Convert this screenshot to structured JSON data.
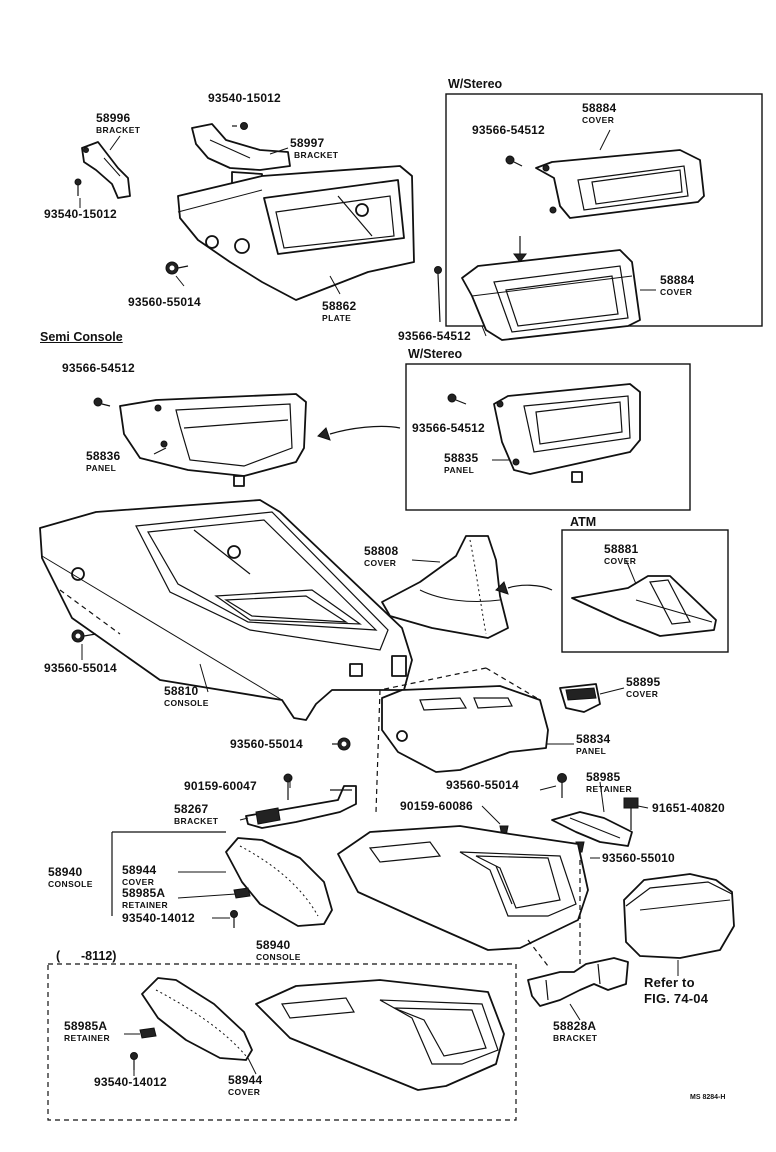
{
  "sections": {
    "w_stereo_top": "W/Stereo",
    "semi_console": "Semi Console",
    "w_stereo_mid": "W/Stereo",
    "atm": "ATM",
    "date_range": "(      -8112)"
  },
  "parts": {
    "p58996": {
      "num": "58996",
      "name": "BRACKET"
    },
    "p58997": {
      "num": "58997",
      "name": "BRACKET"
    },
    "p58862": {
      "num": "58862",
      "name": "PLATE"
    },
    "p58884a": {
      "num": "58884",
      "name": "COVER"
    },
    "p58884b": {
      "num": "58884",
      "name": "COVER"
    },
    "p58836": {
      "num": "58836",
      "name": "PANEL"
    },
    "p58835": {
      "num": "58835",
      "name": "PANEL"
    },
    "p58808": {
      "num": "58808",
      "name": "COVER"
    },
    "p58881": {
      "num": "58881",
      "name": "COVER"
    },
    "p58810": {
      "num": "58810",
      "name": "CONSOLE"
    },
    "p58895": {
      "num": "58895",
      "name": "COVER"
    },
    "p58834": {
      "num": "58834",
      "name": "PANEL"
    },
    "p58267": {
      "num": "58267",
      "name": "BRACKET"
    },
    "p58985": {
      "num": "58985",
      "name": "RETAINER"
    },
    "p58940a": {
      "num": "58940",
      "name": "CONSOLE"
    },
    "p58944a": {
      "num": "58944",
      "name": "COVER"
    },
    "p58985a1": {
      "num": "58985A",
      "name": "RETAINER"
    },
    "p58940b": {
      "num": "58940",
      "name": "CONSOLE"
    },
    "p58985a2": {
      "num": "58985A",
      "name": "RETAINER"
    },
    "p58944b": {
      "num": "58944",
      "name": "COVER"
    },
    "p58828a": {
      "num": "58828A",
      "name": "BRACKET"
    }
  },
  "fasteners": {
    "f1": "93540-15012",
    "f2": "93540-15012",
    "f3": "93566-54512",
    "f4": "93560-55014",
    "f5": "93566-54512",
    "f6": "93566-54512",
    "f7": "93566-54512",
    "f8": "93560-55014",
    "f9": "93560-55014",
    "f10": "90159-60047",
    "f11": "93560-55014",
    "f12": "90159-60086",
    "f13": "91651-40820",
    "f14": "93560-55010",
    "f15": "93540-14012",
    "f16": "93540-14012"
  },
  "refer": {
    "line1": "Refer to",
    "line2": "FIG. 74-04"
  },
  "figure_code": "MS 8284-H"
}
